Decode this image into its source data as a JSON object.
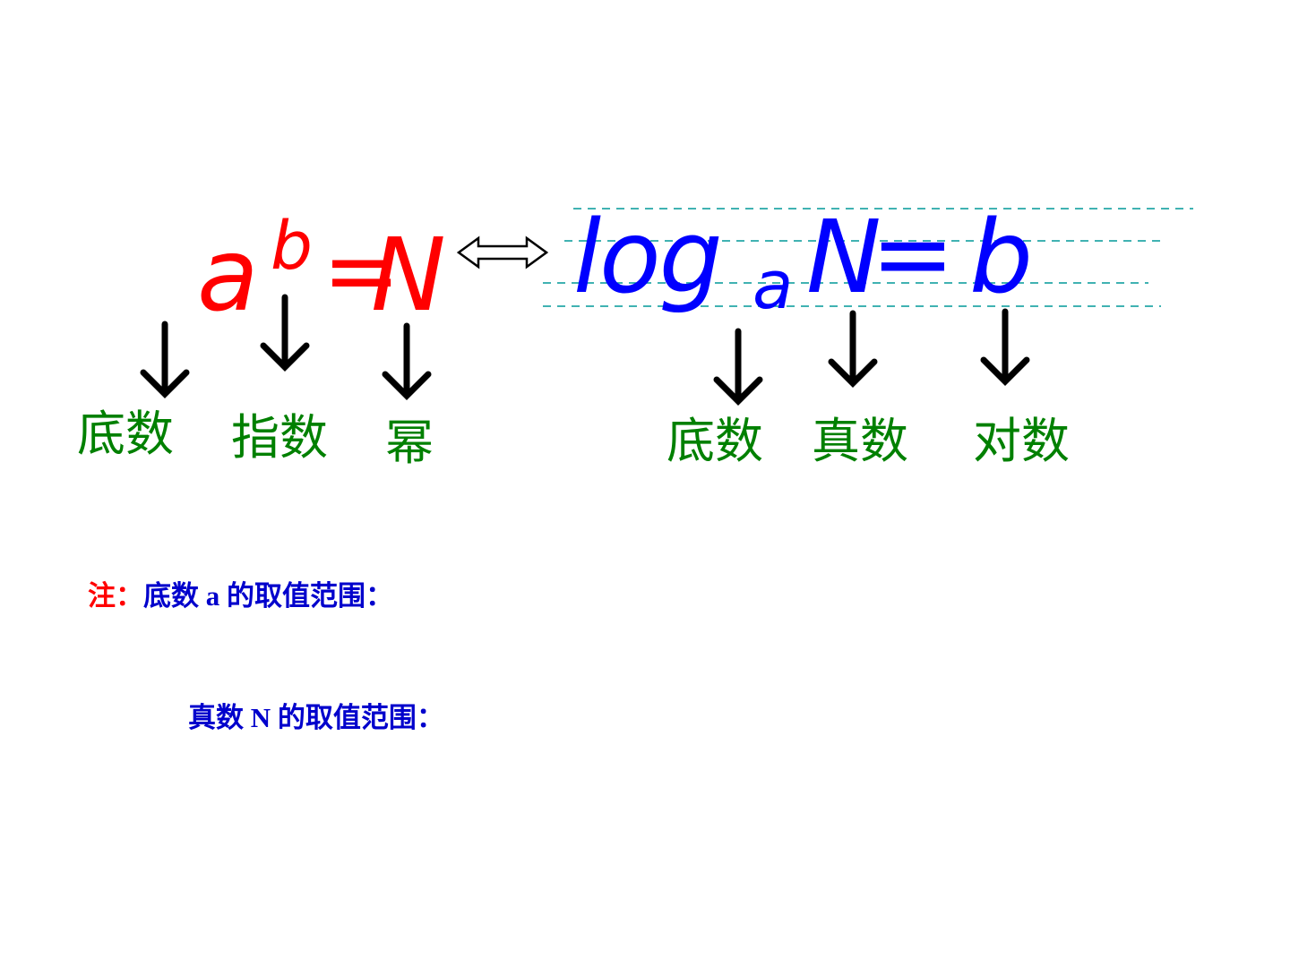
{
  "colors": {
    "exp_formula": "#ff0000",
    "log_formula": "#0000ff",
    "labels": "#008000",
    "arrows": "#000000",
    "dashes": "#009999",
    "note_prefix": "#ff0000",
    "note_text": "#0000cc"
  },
  "exp_formula": {
    "base": "a",
    "exponent": "b",
    "equals": "=",
    "result": "N"
  },
  "equivalence_symbol": "⇔",
  "log_formula": {
    "log": "log",
    "base": "a",
    "argument": "N",
    "equals": "=",
    "result": "b"
  },
  "labels": {
    "exp_base": "底数",
    "exp_exponent": "指数",
    "exp_power": "幂",
    "log_base": "底数",
    "log_argument": "真数",
    "log_value": "对数"
  },
  "notes": {
    "prefix": "注：",
    "base_range": "底数 a 的取值范围：",
    "argument_range": "真数 N 的取值范围："
  }
}
